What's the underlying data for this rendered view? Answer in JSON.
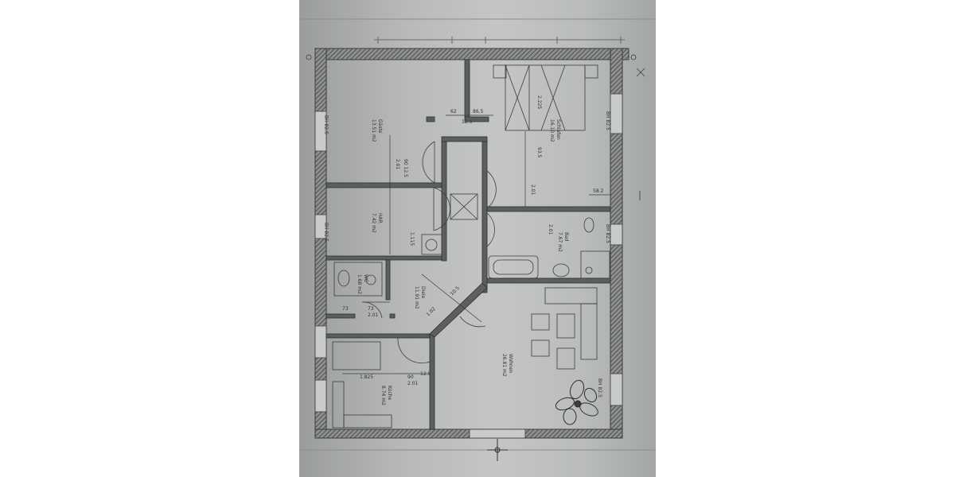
{
  "colors": {
    "wall": "#3a3d3c",
    "hatch": "#5a5d5c",
    "paper": "#c4c6c5",
    "ink": "#2e3130"
  },
  "rooms": {
    "gaeste": {
      "name": "Gäste",
      "area": "13.51 m2"
    },
    "schlafen": {
      "name": "Schlafen",
      "area": "16.10 m2"
    },
    "har": {
      "name": "HAR",
      "area": "7.42 m2"
    },
    "bad": {
      "name": "Bad",
      "area": "7.67 m2"
    },
    "wc": {
      "name": "WC",
      "area": "1.68 m2"
    },
    "diele": {
      "name": "Diele",
      "area": "11.91 m2"
    },
    "wohnen": {
      "name": "Wohnen",
      "area": "26.81 m2"
    },
    "kueche": {
      "name": "Küche",
      "area": "8.74 m2"
    }
  },
  "dimensions": {
    "d62": "62",
    "d86_5": "86.5",
    "d12_5a": "12.5",
    "d2_225": "2.225",
    "d93_5": "93.5",
    "d58_2": "58.2",
    "d90_left": "90 12.5",
    "d2_01a": "2.01",
    "d2_01b": "2.01",
    "d2_01c": "2.01",
    "d1_115": "1.115",
    "d73a": "73",
    "d73b": "73",
    "d2_01d": "2.01",
    "d1_825": "1.825",
    "d90_k": "90",
    "d12_5k": "12.5",
    "d2_01k": "2.01",
    "d1_02": "1.02",
    "d10_5": "10.5",
    "bh_left1": "BH 82.5",
    "bh_right1": "BH 82.5",
    "bh_right2": "BH 82.5",
    "bh_right3": "BH 82.5",
    "bh_left2": "BH 82.5"
  }
}
